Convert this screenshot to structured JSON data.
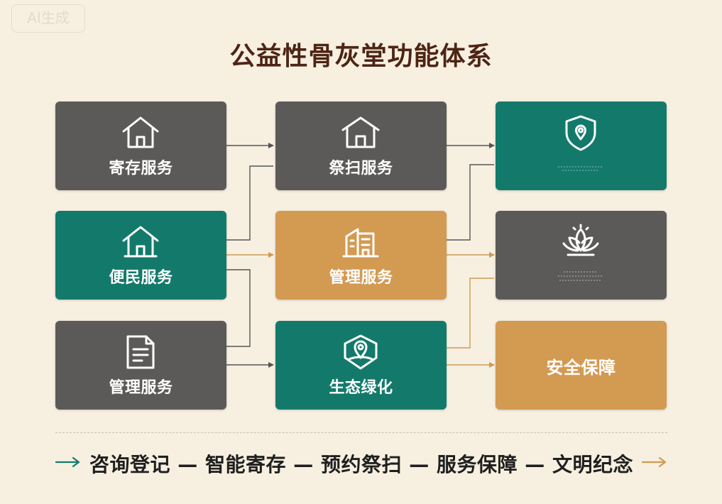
{
  "watermark": "AI生成",
  "title": "公益性骨灰堂功能体系",
  "boxes": {
    "storage": "寄存服务",
    "convenience": "便民服务",
    "management_left": "管理服务",
    "sweeping": "祭扫服务",
    "management_center": "管理服务",
    "ecology": "生态绿化",
    "security": "安全保障"
  },
  "flow": "咨询登记 — 智能寄存 — 预约祭扫 — 服务保障 — 文明纪念",
  "colors": {
    "background": "#f7f0e1",
    "dark": "#5b5a58",
    "teal": "#137a6b",
    "amber": "#d39a52",
    "title": "#4e2414",
    "connector_dark": "#555555",
    "connector_amber": "#cf9a55"
  },
  "icons": {
    "storage": "house-icon",
    "convenience": "house-icon",
    "management_left": "document-icon",
    "sweeping": "house-icon",
    "management_center": "building-icon",
    "ecology": "location-leaf-icon",
    "top_right": "shield-icon",
    "middle_right": "lotus-icon"
  }
}
